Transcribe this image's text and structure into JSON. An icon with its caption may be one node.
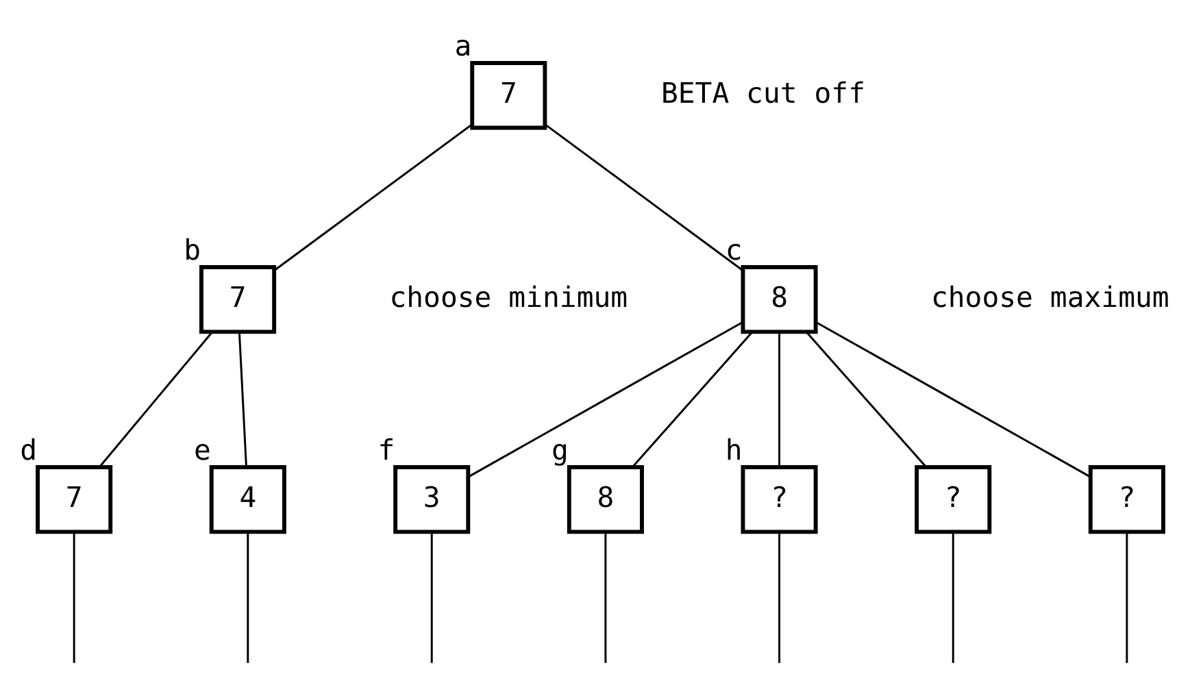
{
  "diagram": {
    "nodes": [
      {
        "text": [
          "7"
        ],
        "beside": [
          "a"
        ]
      },
      {
        "text": [
          "7"
        ],
        "beside": [
          "b"
        ]
      },
      {
        "text": [
          "8"
        ],
        "beside": [
          "c"
        ]
      },
      {
        "text": [
          "7"
        ],
        "beside": [
          "d"
        ]
      },
      {
        "text": [
          "4"
        ],
        "beside": [
          "e"
        ]
      },
      {
        "text": [
          "3"
        ],
        "beside": [
          "f"
        ]
      },
      {
        "text": [
          "8"
        ],
        "beside": [
          "g"
        ]
      },
      {
        "text": [
          "?"
        ],
        "beside": [
          "h"
        ]
      },
      {
        "text": [
          "?"
        ]
      },
      {
        "text": [
          "?"
        ]
      }
    ],
    "edges": [
      {
        "from": 0,
        "to": 1,
        "arrow": "none"
      },
      {
        "from": 0,
        "to": 2,
        "arrow": "none"
      },
      {
        "from": 1,
        "to": 3,
        "arrow": "none"
      },
      {
        "from": 1,
        "to": 4,
        "arrow": "none"
      },
      {
        "from": 2,
        "to": 5,
        "arrow": "none"
      },
      {
        "from": 2,
        "to": 6,
        "arrow": "none"
      },
      {
        "from": 2,
        "to": 7,
        "arrow": "none"
      },
      {
        "from": 2,
        "to": 8,
        "arrow": "none"
      },
      {
        "from": 2,
        "to": 9,
        "arrow": "none"
      },
      {
        "from": 3,
        "to": null,
        "arrow": "none"
      },
      {
        "from": 4,
        "to": null,
        "arrow": "none"
      },
      {
        "from": 5,
        "to": null,
        "arrow": "none"
      },
      {
        "from": 6,
        "to": null,
        "arrow": "none"
      },
      {
        "from": 7,
        "to": null,
        "arrow": "none"
      },
      {
        "from": 8,
        "to": null,
        "arrow": "none"
      },
      {
        "from": 9,
        "to": null,
        "arrow": "none"
      }
    ],
    "labels": [
      "BETA cut off",
      "choose minimum",
      "choose maximum"
    ]
  }
}
